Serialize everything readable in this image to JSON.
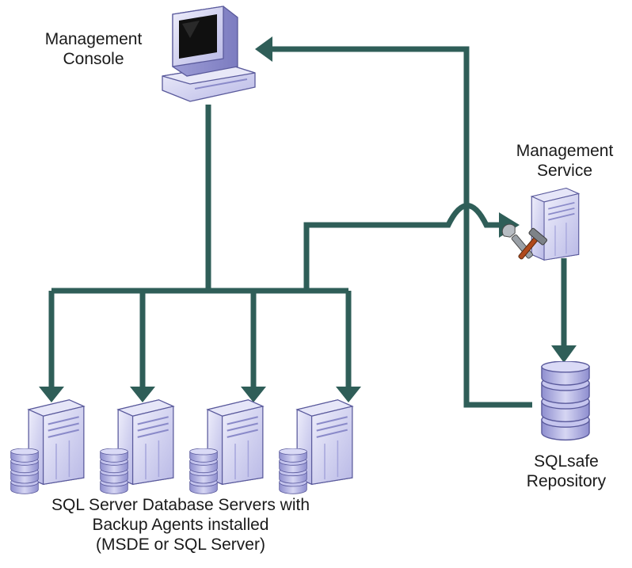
{
  "colors": {
    "connector": "#2f5e58",
    "device_light": "#dcdcf4",
    "device_mid": "#b9b9e6",
    "device_dark": "#8a8ac9",
    "outline": "#5a5a9c",
    "screen": "#101010",
    "tool_handle": "#b04a1c",
    "tool_metal": "#9aa0a6"
  },
  "nodes": {
    "console": {
      "icon": "computer-monitor-icon",
      "label": [
        "Management",
        "Console"
      ]
    },
    "service": {
      "icon": "server-with-tools-icon",
      "label": [
        "Management",
        "Service"
      ]
    },
    "repository": {
      "icon": "database-stack-icon",
      "label": [
        "SQLsafe",
        "Repository"
      ]
    },
    "db_servers": {
      "icon": "server-with-database-icon",
      "count": 4,
      "label": [
        "SQL Server Database Servers with",
        "Backup Agents installed",
        "(MSDE or SQL Server)"
      ]
    }
  }
}
